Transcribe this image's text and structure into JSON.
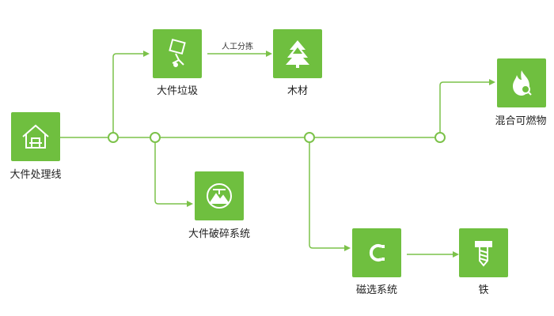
{
  "colors": {
    "accent": "#6fbf3f",
    "line": "#7cc24a",
    "text": "#222222"
  },
  "nodes": {
    "source": {
      "label": "大件处理线",
      "icon": "house-icon"
    },
    "bulky_waste": {
      "label": "大件垃圾",
      "icon": "furniture-icon"
    },
    "wood": {
      "label": "木材",
      "icon": "tree-icon"
    },
    "mixed_combustible": {
      "label": "混合可燃物",
      "icon": "flame-icon"
    },
    "crusher": {
      "label": "大件破碎系统",
      "icon": "mountain-pick-icon"
    },
    "magnetic": {
      "label": "磁选系统",
      "icon": "magnet-icon"
    },
    "iron": {
      "label": "铁",
      "icon": "screw-icon"
    }
  },
  "edges": {
    "manual_sort": "人工分拣"
  }
}
